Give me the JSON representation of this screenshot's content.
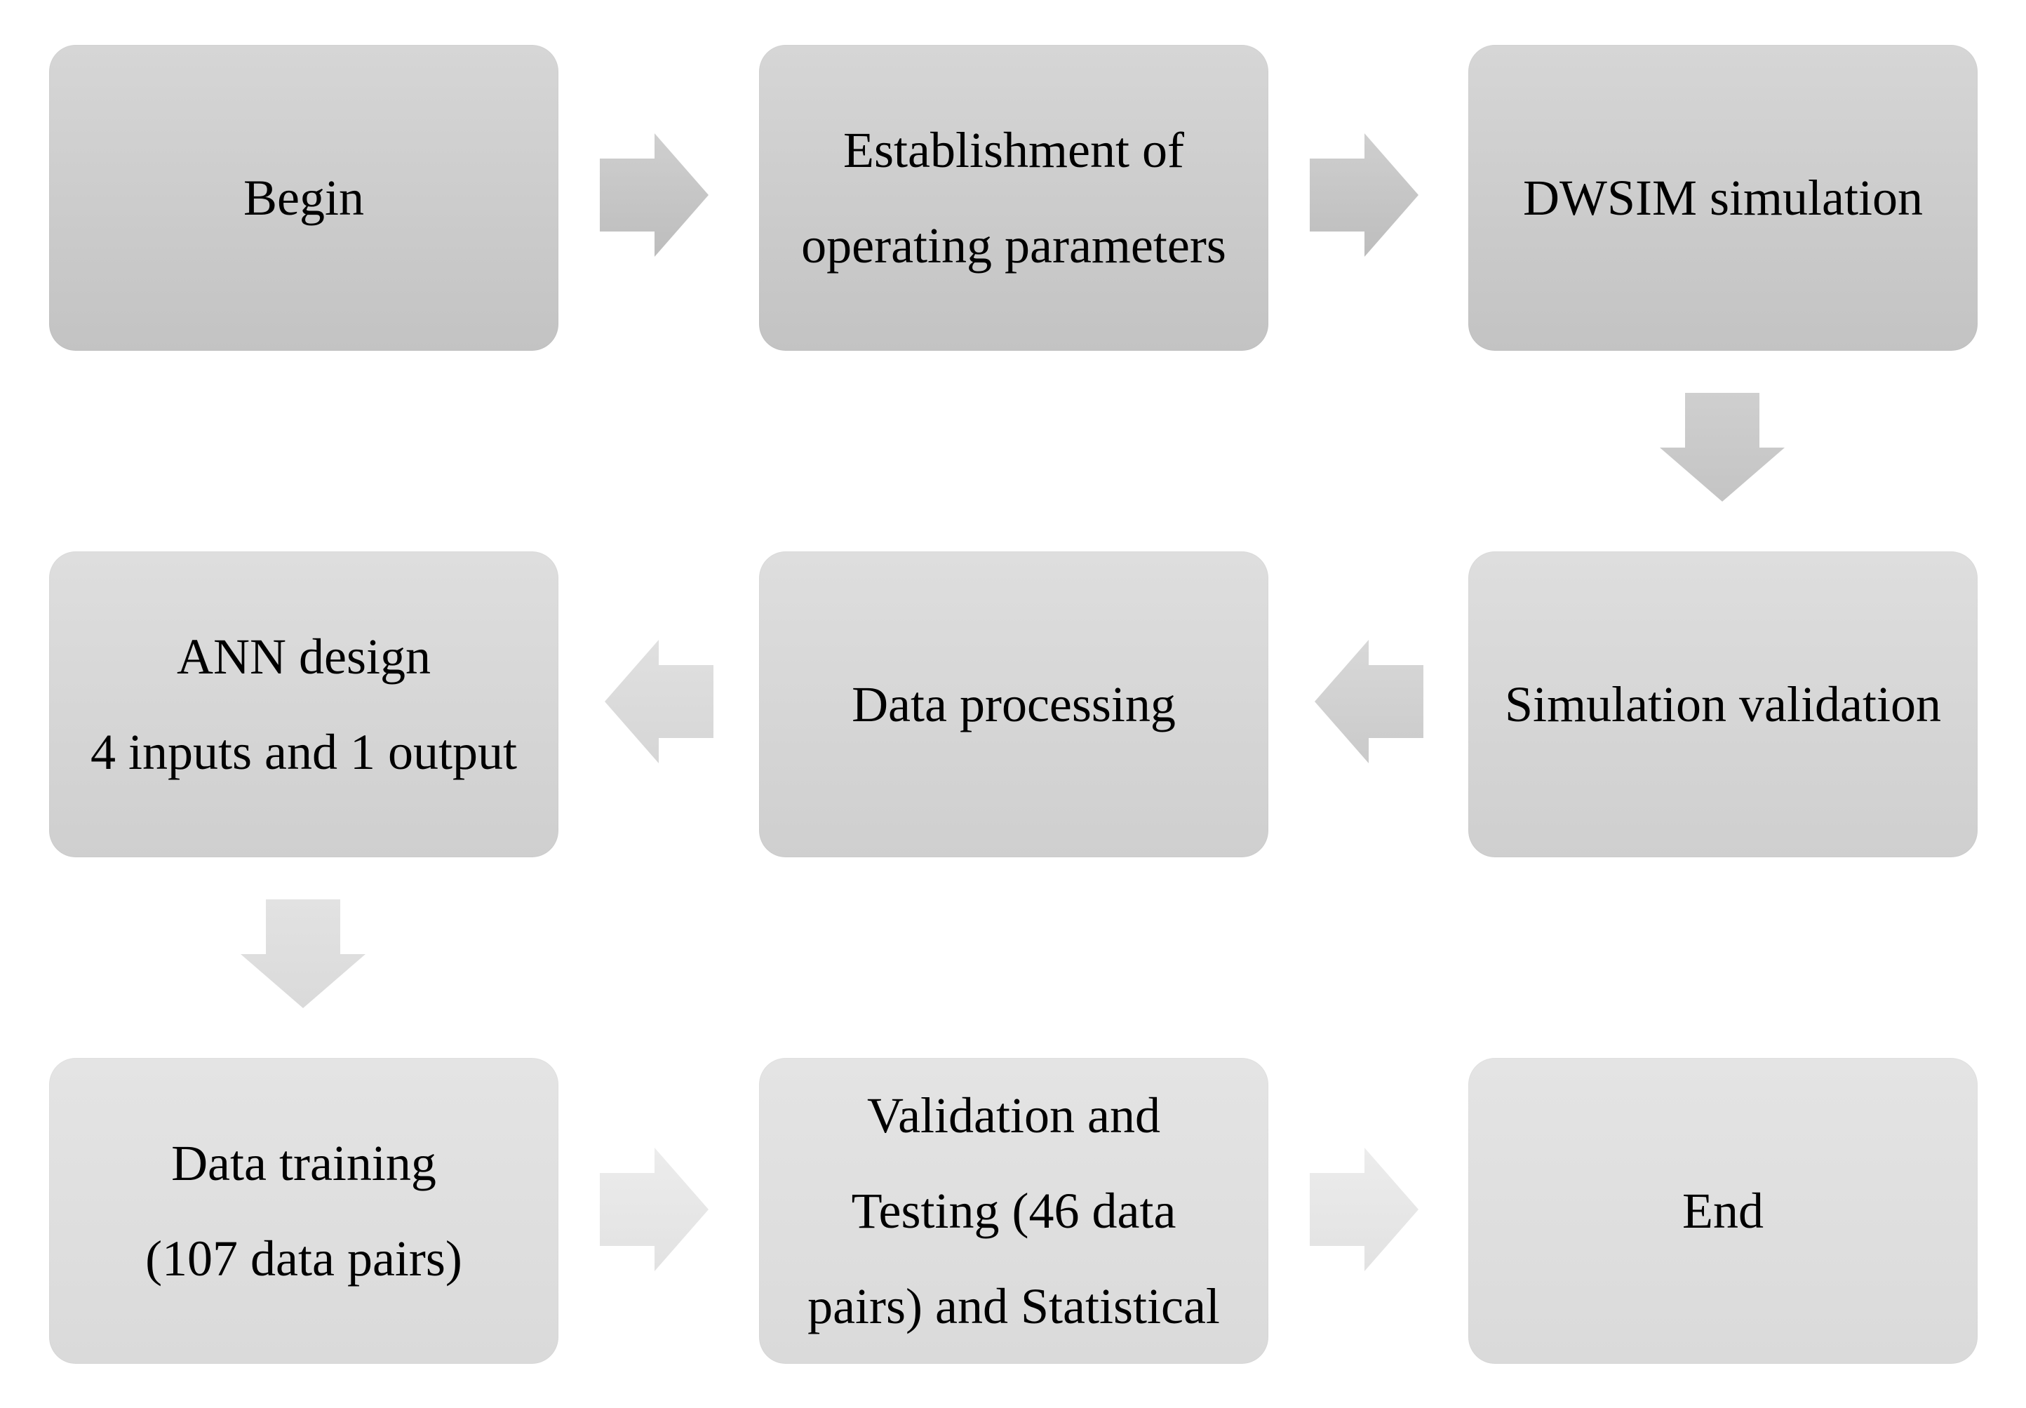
{
  "steps": {
    "begin": {
      "lines": [
        "Begin"
      ]
    },
    "establishment": {
      "lines": [
        "Establishment of",
        "operating parameters"
      ]
    },
    "dwsim": {
      "lines": [
        "DWSIM simulation"
      ]
    },
    "simulation_validation": {
      "lines": [
        "Simulation validation"
      ]
    },
    "data_processing": {
      "lines": [
        "Data processing"
      ]
    },
    "ann_design": {
      "lines": [
        "ANN design",
        "4 inputs and 1 output"
      ]
    },
    "data_training": {
      "lines": [
        "Data training",
        "(107 data pairs)"
      ]
    },
    "validation_testing": {
      "lines": [
        "Validation and",
        "Testing (46 data",
        "pairs) and Statistical"
      ]
    },
    "end": {
      "lines": [
        "End"
      ]
    }
  },
  "colors": {
    "row1_box": "#c9c9c9",
    "row2_box": "#d4d4d4",
    "row3_box": "#dddddd",
    "arrow_row1": "#c4c4c4",
    "arrow_row2": "#d8d8d8",
    "arrow_row3": "#e6e6e6"
  }
}
